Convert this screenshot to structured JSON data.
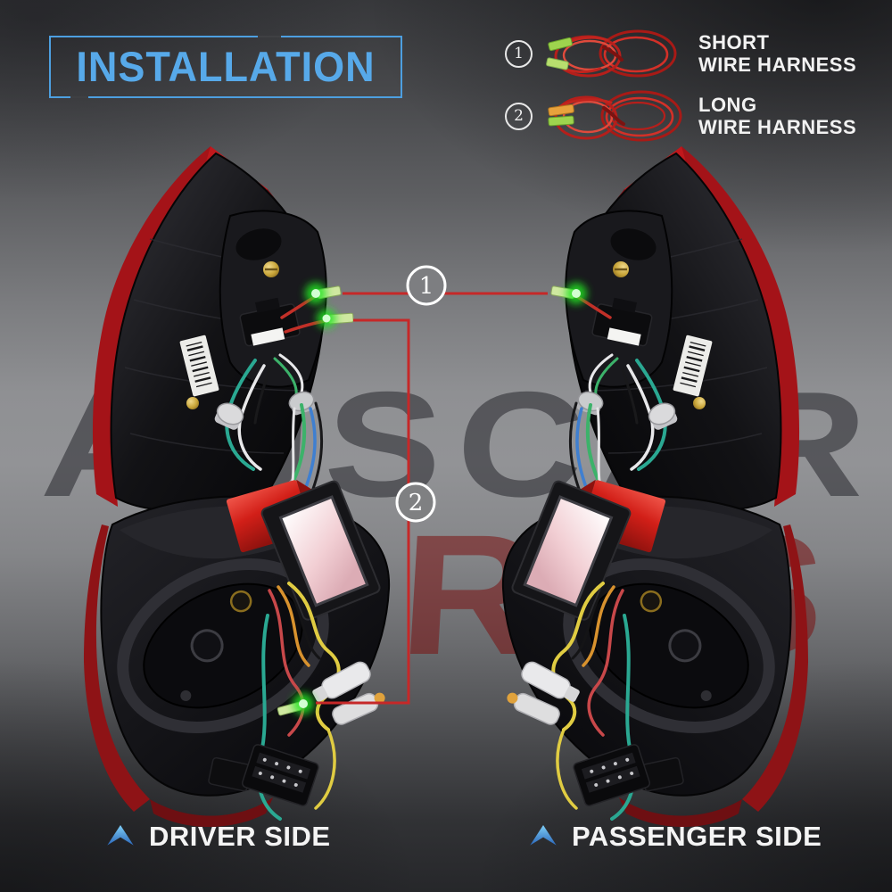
{
  "title": {
    "label": "INSTALLATION"
  },
  "legend": {
    "items": [
      {
        "number": "1",
        "name": "SHORT",
        "type": "WIRE HARNESS"
      },
      {
        "number": "2",
        "name": "LONG",
        "type": "WIRE HARNESS"
      }
    ]
  },
  "callouts": {
    "short": "1",
    "long": "2"
  },
  "watermark": {
    "line1": "AUSCAR",
    "line2": "PARTS"
  },
  "footer": {
    "driver": "DRIVER SIDE",
    "passenger": "PASSENGER SIDE"
  },
  "colors": {
    "title_blue": "#57a9e9",
    "harness_line_red": "#c62828",
    "connector_glow_green": "#22e522",
    "watermark_gray": "#1c1c21",
    "watermark_red": "#7a1212",
    "arrow_blue": "#3f8fd6",
    "background_gray": "#8f9093"
  }
}
